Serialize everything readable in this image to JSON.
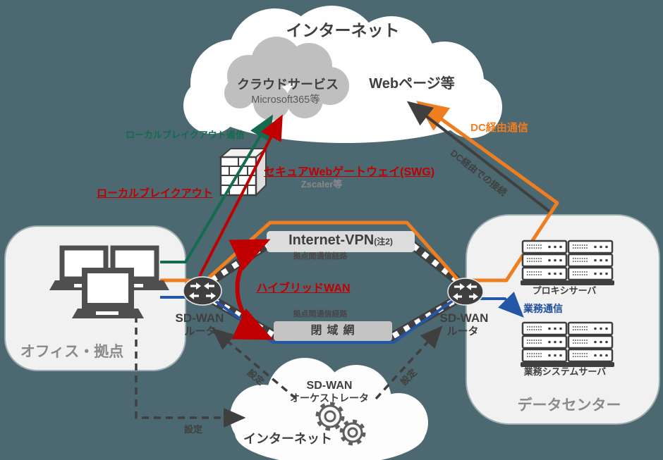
{
  "colors": {
    "background": "#4C6870",
    "green_line": "#156B4F",
    "red_line": "#C00000",
    "orange_line": "#EE7E20",
    "blue_line": "#2457A8",
    "dark_line": "#3F3F3F",
    "panel_fill": "#F1F1F1",
    "cloud_fill": "#FEFEFE",
    "inner_cloud_fill": "#BFBFBF"
  },
  "top_cloud": {
    "title": "インターネット",
    "cloud_service": "クラウドサービス",
    "cloud_service_sub": "Microsoft365等",
    "web_page": "Webページ等"
  },
  "swg": {
    "label": "セキュアWebゲートウェイ(SWG)",
    "sub": "Zscaler等"
  },
  "labels": {
    "local_breakout_comm": "ローカルブレイクアウト通信",
    "local_breakout": "ローカルブレイクアウト",
    "dc_via_comm": "DC経由通信",
    "dc_via_conn": "DC経由での接続",
    "hybrid_wan": "ハイブリッドWAN",
    "route_top": "拠点間通信経路",
    "route_bottom": "拠点間通信経路",
    "biz_comm": "業務通信",
    "settei_left": "設定",
    "settei_right": "設定",
    "settei_bottom": "設定"
  },
  "paths": {
    "internet_vpn": "Internet-VPN",
    "internet_vpn_note": "(注2)",
    "closed_net": "閉域網"
  },
  "office": {
    "label": "オフィス・拠点"
  },
  "routers": {
    "left_line1": "SD-WAN",
    "left_line2": "ルータ",
    "right_line1": "SD-WAN",
    "right_line2": "ルータ"
  },
  "datacenter": {
    "label": "データセンター",
    "proxy_label": "プロキシサーバ",
    "biz_server_label": "業務システムサーバ"
  },
  "orchestrator": {
    "line1": "SD-WAN",
    "line2": "オーケストレータ",
    "cloud_label": "インターネット"
  }
}
